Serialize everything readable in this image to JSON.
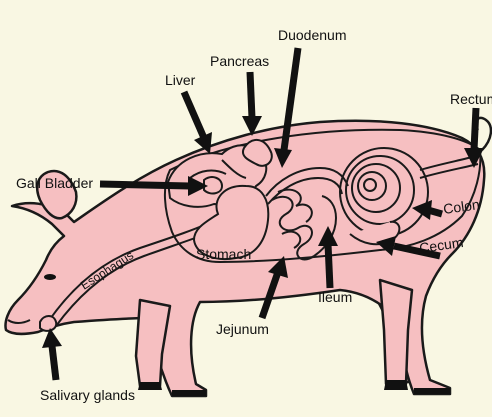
{
  "diagram": {
    "colors": {
      "background": "#f9f7e3",
      "pig_fill": "#f6bfc1",
      "outline": "#1a1a1a",
      "arrow": "#111111"
    },
    "labels": {
      "duodenum": "Duodenum",
      "pancreas": "Pancreas",
      "liver": "Liver",
      "rectum": "Rectum",
      "gall_bladder": "Gall Bladder",
      "colon": "Colon",
      "cecum": "Cecum",
      "stomach": "Stomach",
      "esophagus": "Esophagus",
      "ileum": "Ileum",
      "jejunum": "Jejunum",
      "salivary_glands": "Salivary glands"
    }
  }
}
